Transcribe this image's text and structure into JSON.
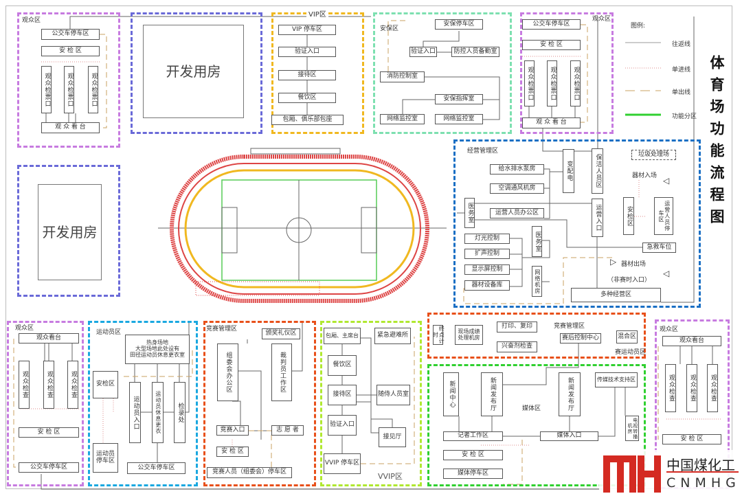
{
  "title": "体育场功能流程图",
  "colors": {
    "audience": "#c77be0",
    "dev": "#6a6ad8",
    "vip": "#f0b820",
    "security": "#7de0b0",
    "ops": "#1a6fc4",
    "athlete": "#1aa8e0",
    "competition": "#e8501a",
    "vvip": "#b0e830",
    "media": "#30d030"
  },
  "legend": {
    "title": "图例:",
    "items": [
      "往返线",
      "单进线",
      "单出线",
      "功能分区"
    ]
  },
  "aud_tl": {
    "label": "观众区",
    "boxes": [
      "公交车停车区",
      "安 检 区",
      "观众检票口",
      "观众检票口",
      "观众检票口",
      "观 众 看 台"
    ]
  },
  "dev_top": {
    "label": "开发用房"
  },
  "dev_left": {
    "label": "开发用房"
  },
  "vip": {
    "label": "VIP区",
    "boxes": [
      "VIP 停车区",
      "验证入口",
      "接待区",
      "餐饮区",
      "包厢、俱乐部包座"
    ]
  },
  "security": {
    "label": "安保区",
    "boxes": [
      "安保停车区",
      "验证入口",
      "防控人员备勤室",
      "消防控制室",
      "安保指挥室",
      "网络监控室",
      "网络监控室"
    ]
  },
  "aud_tr": {
    "label": "观众区",
    "boxes": [
      "公交车停车区",
      "安 检 区",
      "观众检票口",
      "观众检票口",
      "观众检票口",
      "观 众 看 台"
    ]
  },
  "ops": {
    "label": "经营管理区",
    "boxes": [
      "给水排水泵房",
      "空调通风机房",
      "运营人员办公区",
      "变配电",
      "保洁人员区",
      "运营入口",
      "垃圾处理场",
      "安检区",
      "运营人员停车区",
      "医务室",
      "灯光控制",
      "扩声控制",
      "显示屏控制",
      "器材设备库",
      "医务室",
      "网络机房",
      "急救车位",
      "（非赛时入口）",
      "多种经营区"
    ],
    "entry": "器材入场",
    "exit": "器材出场"
  },
  "aud_bl": {
    "label": "观众区",
    "boxes": [
      "观众看台",
      "观众检查",
      "观众检查",
      "观众检查",
      "安 检 区",
      "公交车停车区"
    ]
  },
  "athlete": {
    "label": "运动员区",
    "warmup": [
      "热身场地",
      "大型场地此处设有",
      "田径运动员休息更衣室"
    ],
    "boxes": [
      "安检区",
      "运动员入口",
      "运动员休息更衣",
      "检录处",
      "运动员停车区",
      "公交车停车区"
    ]
  },
  "competition": {
    "label": "竞赛管理区",
    "boxes": [
      "颁奖礼仪区",
      "组委会办公区",
      "裁判员工作区",
      "竞赛入口",
      "志 愿 者",
      "安 检 区",
      "竞赛人员（组委会）停车区"
    ]
  },
  "vvip": {
    "label": "VVIP区",
    "boxes": [
      "包厢、主席台",
      "紧急避难所",
      "餐饮区",
      "接待区",
      "随侍人员室",
      "验证入口",
      "接见厅",
      "VVIP 停车区"
    ]
  },
  "comp_mgmt": {
    "label": "竞赛管理区",
    "sublabel": "赛运动员区",
    "boxes": [
      "终点计时",
      "现场成绩处理机房",
      "打印、复印",
      "兴奋剂检查",
      "赛后控制中心",
      "混合区"
    ]
  },
  "media": {
    "label": "媒体区",
    "boxes": [
      "新闻中心",
      "新闻发布厅",
      "新闻发布厅",
      "传媒技术支持区",
      "记者工作区",
      "媒体入口",
      "电视转播机房",
      "安 检 区",
      "媒体停车区"
    ]
  },
  "aud_br": {
    "label": "观众区",
    "boxes": [
      "观众看台",
      "观众检查",
      "观众检查",
      "观众检查",
      "安 检 区"
    ]
  },
  "logo": {
    "cn": "中国煤化工",
    "en": "CNMHG"
  }
}
